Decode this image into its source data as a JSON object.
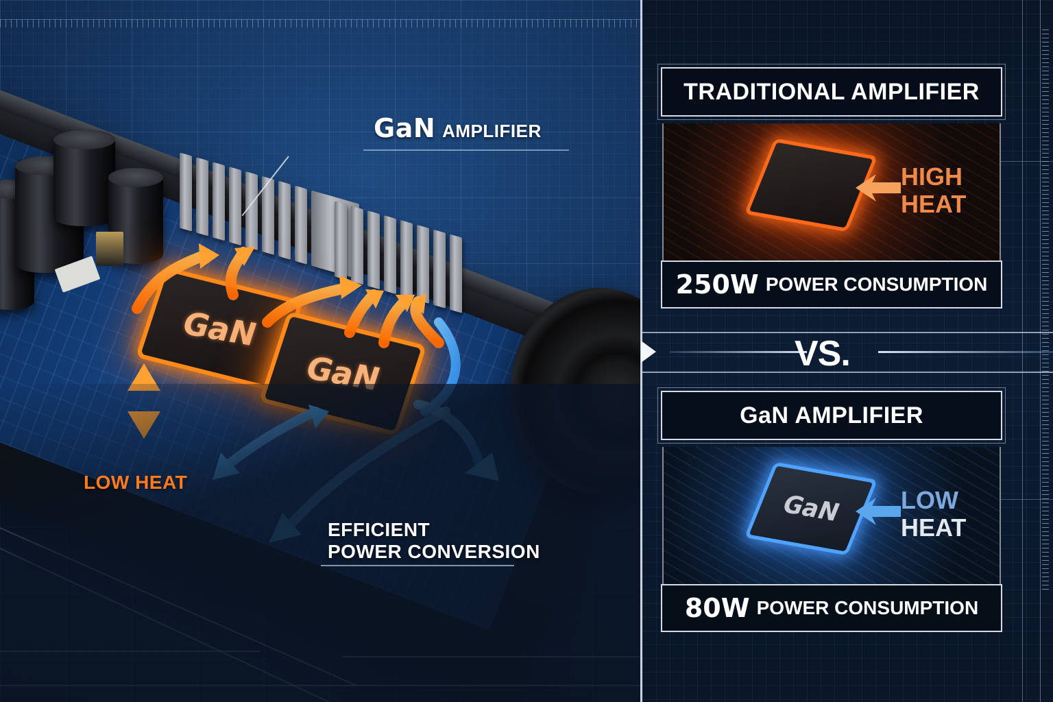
{
  "left": {
    "title_big": "GaN",
    "title_small": "AMPLIFIER",
    "chips": [
      {
        "label": "GaN"
      },
      {
        "label": "GaN"
      }
    ],
    "low_heat_label": "LOW HEAT",
    "efficient_line1": "EFFICIENT",
    "efficient_line2": "POWER CONVERSION",
    "colors": {
      "heat_orange": "#ff7a1e",
      "cool_blue": "#3fa9f5"
    }
  },
  "comparison": {
    "traditional": {
      "title": "TRADITIONAL AMPLIFIER",
      "heat_line1": "HIGH",
      "heat_line2": "HEAT",
      "power_value": "250W",
      "power_label": "POWER CONSUMPTION",
      "accent": "#f08a4b"
    },
    "vs_label": "VS.",
    "gan": {
      "title": "GaN AMPLIFIER",
      "chip_label": "GaN",
      "heat_line1": "LOW",
      "heat_line2": "HEAT",
      "power_value": "80W",
      "power_label": "POWER CONSUMPTION",
      "accent": "#7ea8dc"
    }
  }
}
